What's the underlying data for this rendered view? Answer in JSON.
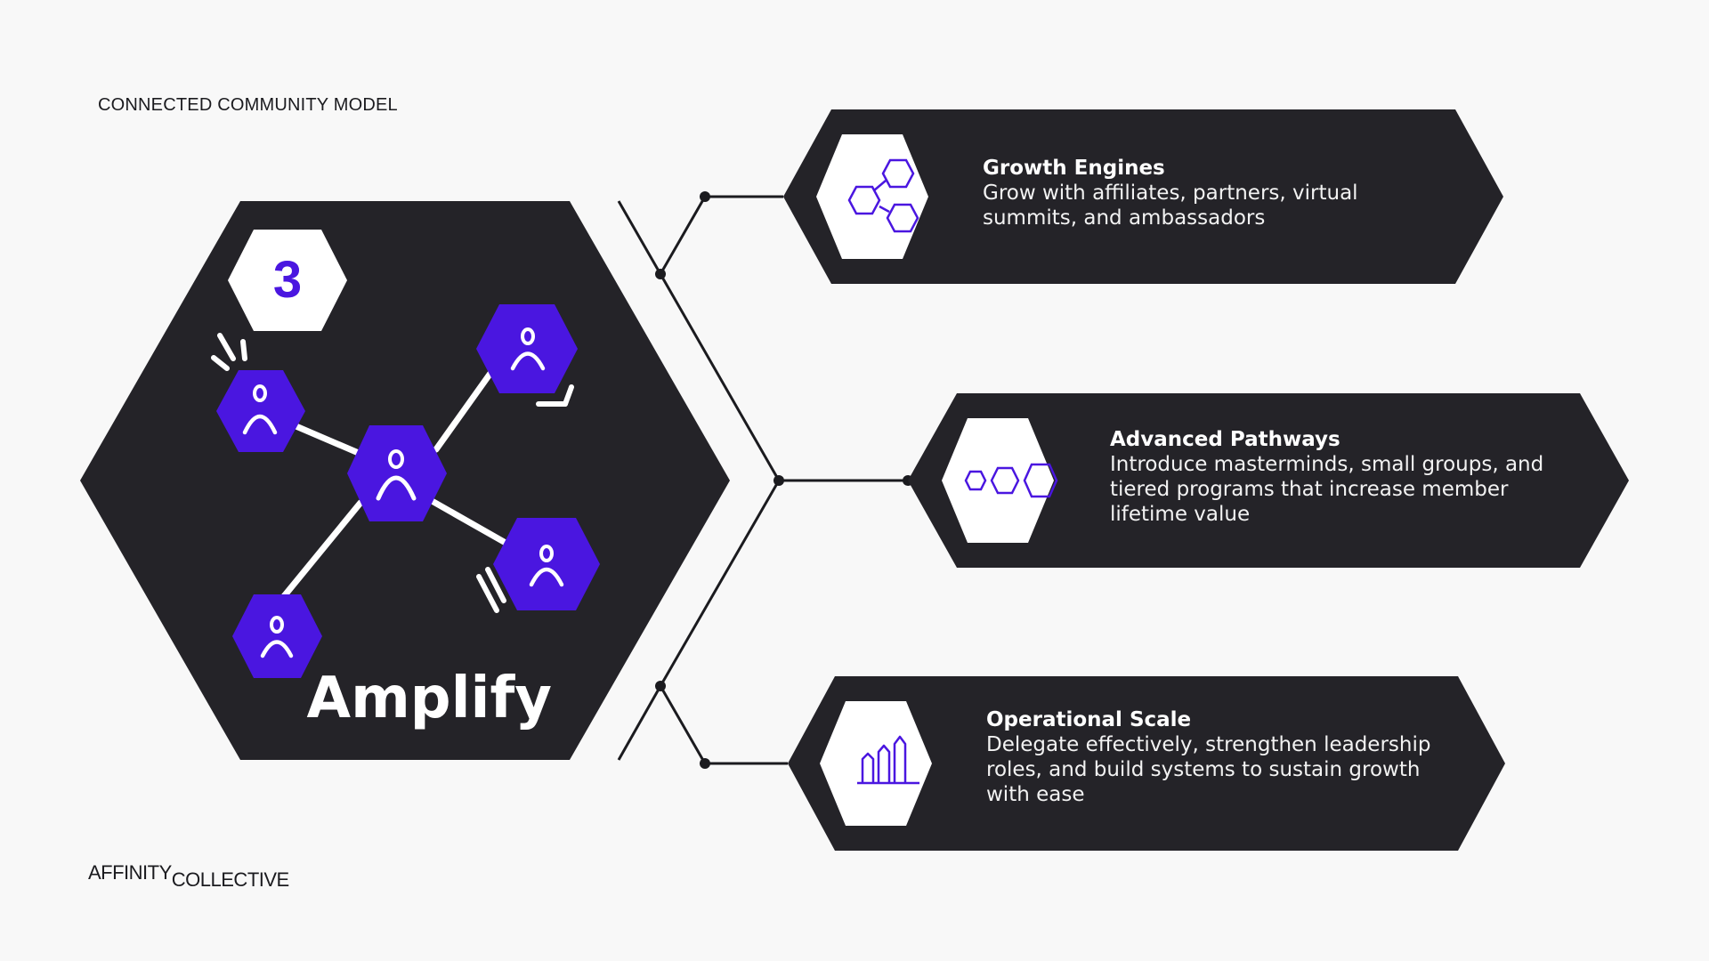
{
  "header": {
    "eyebrow": "CONNECTED COMMUNITY MODEL"
  },
  "stage": {
    "number": "3",
    "title": "Amplify"
  },
  "cards": [
    {
      "title": "Growth Engines",
      "body": "Grow with affiliates, partners, virtual summits, and ambassadors",
      "icon": "hexagon-cluster-icon"
    },
    {
      "title": "Advanced Pathways",
      "body": "Introduce masterminds, small groups, and tiered programs that increase member lifetime value",
      "icon": "hexagon-progression-icon"
    },
    {
      "title": "Operational Scale",
      "body": "Delegate effectively, strengthen leadership roles, and build systems to sustain growth with ease",
      "icon": "building-growth-icon"
    }
  ],
  "footer": {
    "brand_part1": "AFFINITY",
    "brand_part2": "COLLECTIVE"
  },
  "colors": {
    "dark": "#242328",
    "accent": "#4a16e0",
    "background": "#f8f8f8",
    "text_light": "#ffffff"
  }
}
